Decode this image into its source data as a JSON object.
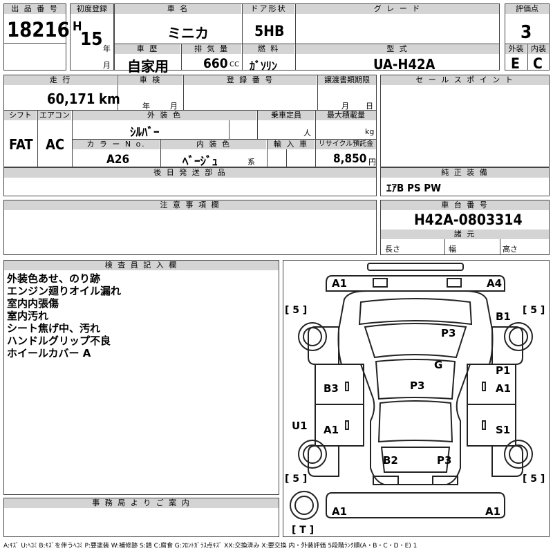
{
  "top": {
    "lot_header": "出 品 番 号",
    "lot_number": "18216",
    "first_reg_header": "初度登録",
    "era": "H",
    "year": "15",
    "year_unit": "年",
    "month_unit": "月",
    "car_name_header": "車 名",
    "car_name": "ミニカ",
    "door_header": "ドア形状",
    "door": "5HB",
    "grade_header": "グ レ ー ド",
    "grade": "",
    "score_header": "評価点",
    "score": "3",
    "history_header": "車 歴",
    "history": "自家用",
    "displacement_header": "排 気 量",
    "displacement": "660",
    "displacement_unit": "CC",
    "fuel_header": "燃 料",
    "fuel": "ｶﾞｿﾘﾝ",
    "model_header": "型 式",
    "model": "UA-H42A",
    "exterior_header": "外装",
    "exterior": "E",
    "interior_header": "内装",
    "interior": "C"
  },
  "row2": {
    "mileage_header": "走 行",
    "mileage": "60,171",
    "mileage_unit": "km",
    "inspection_header": "車 検",
    "year_unit": "年",
    "month_unit": "月",
    "registration_header": "登 録 番 号",
    "transfer_header": "譲渡書類期限",
    "transfer_month": "月",
    "transfer_day": "日",
    "sales_points_header": "セ ー ル ス ポ イ ン ト",
    "shift_header": "シフト",
    "shift": "FAT",
    "aircon_header": "エアコン",
    "aircon": "AC",
    "color_header": "外 装 色",
    "color": "ｼﾙﾊﾞｰ",
    "capacity_header": "乗車定員",
    "capacity_unit": "人",
    "load_header": "最大積載量",
    "load_unit": "kg",
    "color_no_header": "カ ラ ー N o.",
    "color_no": "A26",
    "int_color_header": "内 装 色",
    "int_color": "ﾍﾞｰｼﾞｭ",
    "int_color_unit": "系",
    "import_header": "輸 入 車",
    "recycle_header": "リサイクル預託金",
    "recycle": "8,850",
    "recycle_unit": "円",
    "later_parts_header": "後 日 発 送 部 品",
    "equipment_header": "純 正 装 備",
    "equipment": "ｴｱB PS PW",
    "notes_header": "注 意 事 項 欄",
    "chassis_header": "車 台 番 号",
    "chassis": "H42A-0803314",
    "dims_header": "諸 元",
    "length": "長さ",
    "width": "幅",
    "height": "高さ"
  },
  "inspector": {
    "header": "検 査 員 記 入 欄",
    "lines": [
      "外装色あせ、のり跡",
      "エンジン廻りオイル漏れ",
      "室内内張傷",
      "室内汚れ",
      "シート焦げ中、汚れ",
      "ハンドルグリップ不良",
      "ホイールカバー A"
    ]
  },
  "office": {
    "header": "事 務 局 よ り ご 案 内"
  },
  "diagram": {
    "marks": [
      "A1",
      "A4",
      "B1",
      "P3",
      "G",
      "P1",
      "A1",
      "B3",
      "P3",
      "U1",
      "A1",
      "S1",
      "B2",
      "P3",
      "A1",
      "A1"
    ],
    "tire_labels": [
      "[ 5 ]",
      "[ 5 ]",
      "[ 5 ]",
      "[ 5 ]",
      "[ T ]"
    ]
  },
  "legend": "A:ｷｽﾞ U:ﾍｺﾐ B:ｷｽﾞを伴うﾍｺﾐ P:要塗装 W:補修跡 S:錆 C:腐食 G:ﾌﾛﾝﾄｶﾞﾗｽ点ｷｽﾞ XX:交換済み X:要交換 内・外装評価 5段階ﾗﾝｸ順(A・B・C・D・E) 1"
}
